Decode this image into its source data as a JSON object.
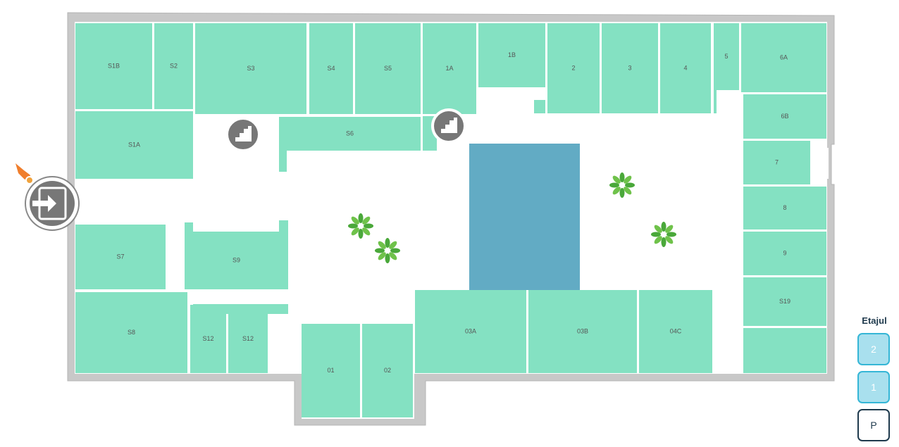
{
  "colors": {
    "unit": "#84e1c2",
    "atrium": "#62abc4",
    "floor_active_border": "#1f3a4d",
    "floor_inactive_fill": "#a9e0ee",
    "entrance_marker": "#f07e2c"
  },
  "units": [
    "S1B",
    "S2",
    "S3",
    "S4",
    "S5",
    "1A",
    "1B",
    "2",
    "3",
    "4",
    "5",
    "6A",
    "6B",
    "S1A",
    "S6",
    "7",
    "8",
    "9",
    "S19",
    "S7",
    "S9",
    "S8",
    "S12",
    "S12",
    "01",
    "02",
    "03A",
    "03B",
    "04C"
  ],
  "icons": [
    "stairs-icon",
    "stairs-icon",
    "entrance-icon",
    "location-pin-icon",
    "plant-icon",
    "plant-icon",
    "plant-icon",
    "plant-icon"
  ],
  "floor_selector": {
    "title": "Etajul",
    "floors": [
      {
        "label": "2",
        "active": false
      },
      {
        "label": "1",
        "active": false
      },
      {
        "label": "P",
        "active": true
      }
    ]
  }
}
